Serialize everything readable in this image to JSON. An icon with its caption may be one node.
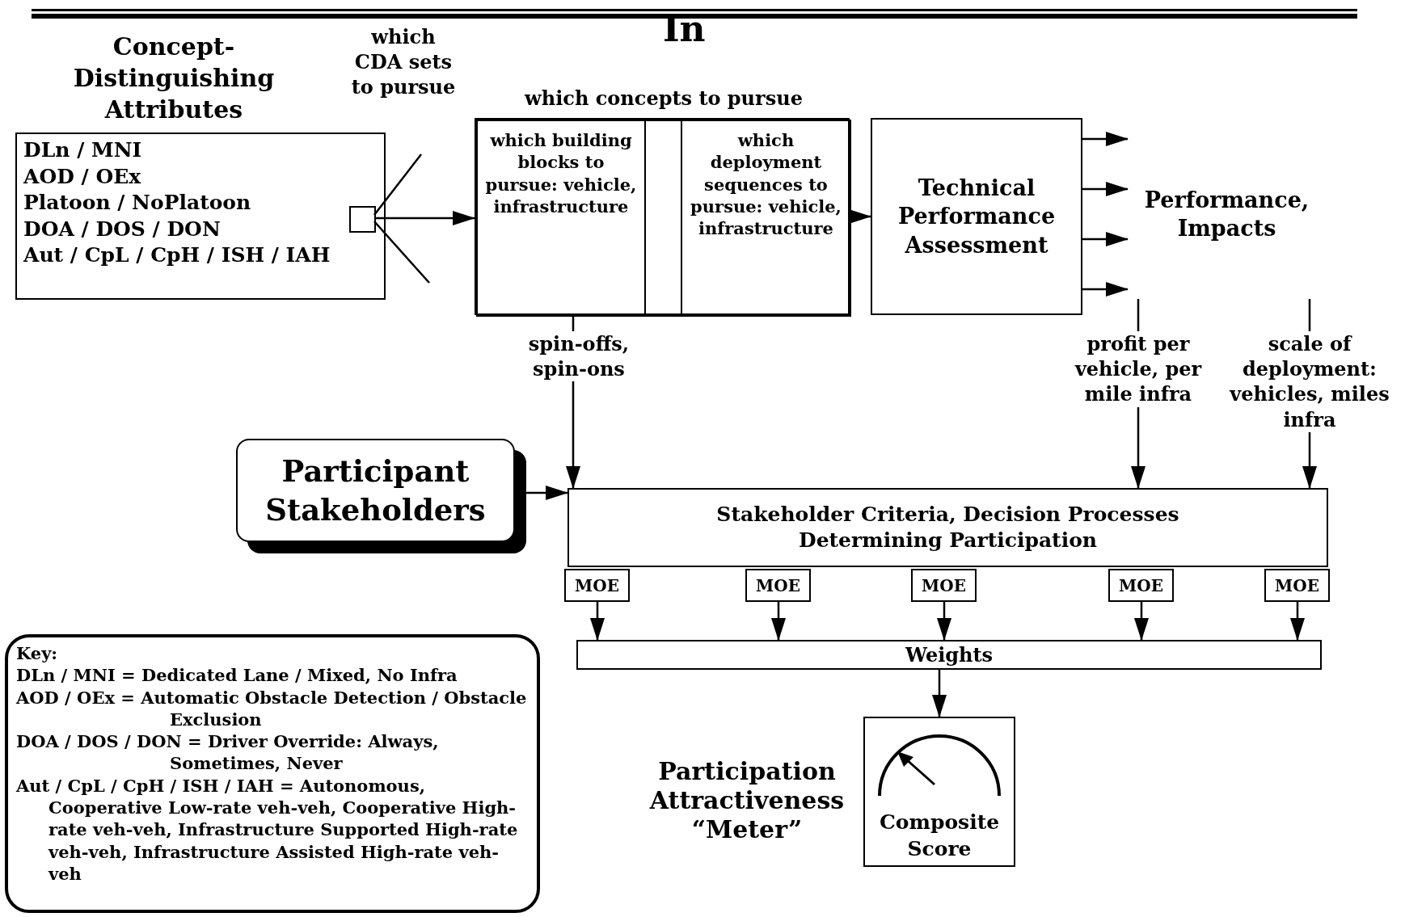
{
  "diagram": {
    "title": "In",
    "nodes": [
      {
        "text": [
          "Concept-Distinguishing Attributes",
          "DLn / MNI",
          "AOD / OEx",
          "Platoon / NoPlatoon",
          "DOA / DOS / DON",
          "Aut / CpL / CpH / ISH / IAH"
        ]
      },
      {
        "text": [],
        "shape": "box",
        "in": 0
      },
      {
        "text": [
          "which concepts to pursue"
        ]
      },
      {
        "text": [
          "which building blocks to pursue: vehicle, infrastructure"
        ],
        "in": 2
      },
      {
        "text": [
          "which deployment sequences to pursue: vehicle, infrastructure"
        ],
        "in": 2
      },
      {
        "text": [
          "Technical Performance Assessment"
        ]
      },
      {
        "text": [
          "Performance, Impacts"
        ]
      },
      {
        "text": [
          "Participant Stakeholders"
        ]
      },
      {
        "text": [
          "Stakeholder Criteria, Decision Processes Determining Participation"
        ]
      },
      {
        "text": [
          "MOE"
        ]
      },
      {
        "text": [
          "MOE"
        ]
      },
      {
        "text": [
          "MOE"
        ]
      },
      {
        "text": [
          "MOE"
        ]
      },
      {
        "text": [
          "MOE"
        ]
      },
      {
        "text": [
          "Weights"
        ]
      },
      {
        "text": [
          "Composite Score"
        ],
        "beside": [
          "Participation Attractiveness “Meter”"
        ]
      },
      {
        "text": [
          "Key:",
          "DLn / MNI = Dedicated Lane / Mixed, No Infra",
          "AOD / OEx = Automatic Obstacle Detection / Obstacle Exclusion",
          "DOA / DOS / DON = Driver Override: Always, Sometimes, Never",
          "Aut / CpL / CpH / ISH / IAH = Autonomous, Cooperative Low-rate veh-veh, Cooperative High-rate veh-veh, Infrastructure Supported High-rate veh-veh, Infrastructure Assisted High-rate veh-veh"
        ]
      }
    ],
    "edges": [
      {
        "from": 1,
        "to": 2,
        "arrow": "to"
      },
      {
        "from": 2,
        "to": 5,
        "arrow": "to"
      },
      {
        "from": 5,
        "to": 6,
        "arrow": "to"
      },
      {
        "from": 5,
        "to": 6,
        "arrow": "to"
      },
      {
        "from": 5,
        "to": 6,
        "arrow": "to"
      },
      {
        "from": 5,
        "to": 6,
        "arrow": "to"
      },
      {
        "from": 6,
        "to": 8,
        "label": "profit per vehicle, per mile infra",
        "arrow": "to"
      },
      {
        "from": 6,
        "to": 8,
        "label": "scale of deployment: vehicles, miles infra",
        "arrow": "to"
      },
      {
        "from": 2,
        "to": 8,
        "label": "spin-offs, spin-ons",
        "arrow": "to"
      },
      {
        "from": 7,
        "to": 8,
        "arrow": "to"
      },
      {
        "from": 9,
        "to": 14,
        "arrow": "to"
      },
      {
        "from": 10,
        "to": 14,
        "arrow": "to"
      },
      {
        "from": 11,
        "to": 14,
        "arrow": "to"
      },
      {
        "from": 12,
        "to": 14,
        "arrow": "to"
      },
      {
        "from": 13,
        "to": 14,
        "arrow": "to"
      },
      {
        "from": 14,
        "to": 15,
        "arrow": "to"
      }
    ],
    "labels": [
      "which CDA sets to pursue"
    ]
  }
}
